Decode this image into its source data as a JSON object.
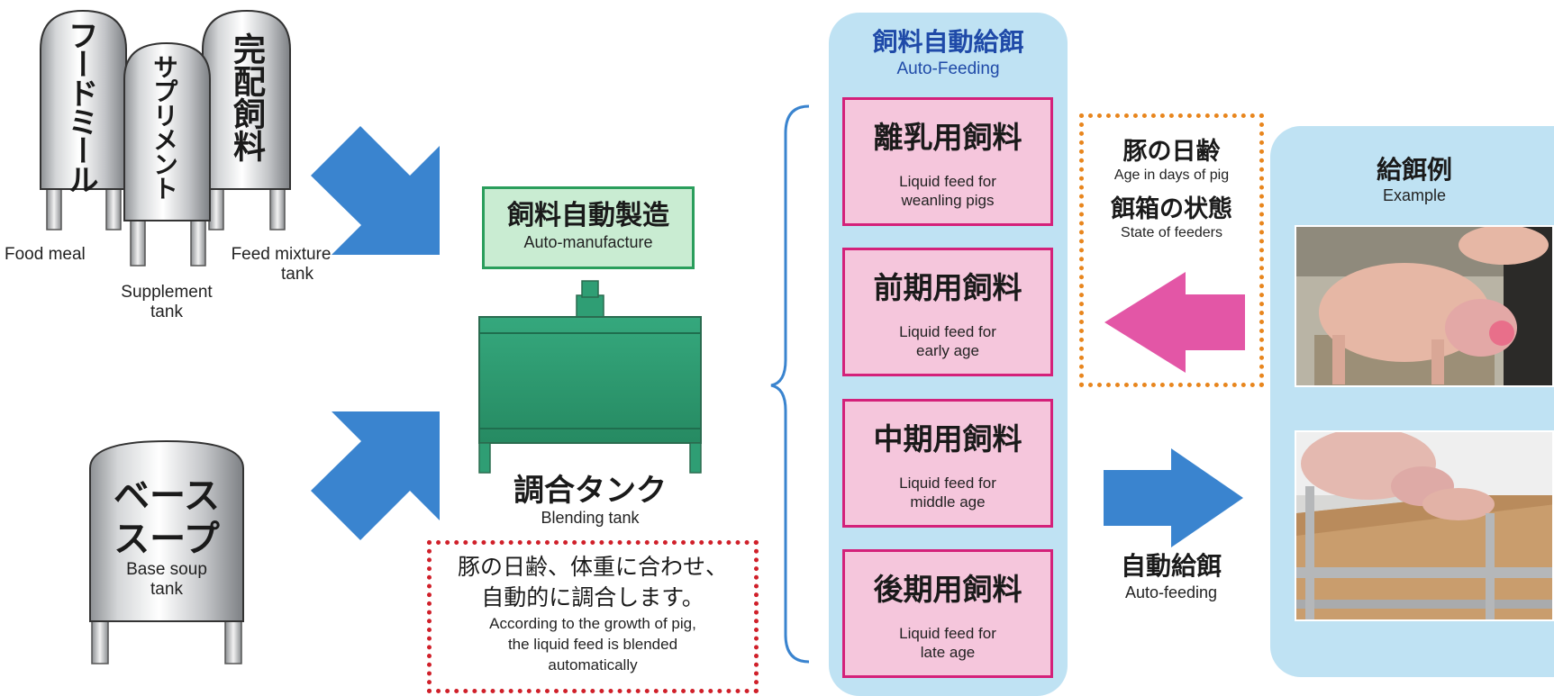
{
  "tanks": {
    "food_meal": {
      "label": "フードミール",
      "caption": "Food meal"
    },
    "supplement": {
      "label": "サプリメント",
      "caption_line1": "Supplement",
      "caption_line2": "tank"
    },
    "feed_mixture": {
      "label": "完配飼料",
      "caption_line1": "Feed mixture",
      "caption_line2": "tank"
    },
    "base_soup": {
      "label_line1": "ベース",
      "label_line2": "スープ",
      "caption_line1": "Base soup",
      "caption_line2": "tank"
    }
  },
  "manufacture": {
    "jp": "飼料自動製造",
    "en": "Auto-manufacture"
  },
  "blending_tank": {
    "jp": "調合タンク",
    "en": "Blending tank"
  },
  "blending_note": {
    "jp_line1": "豚の日齢、体重に合わせ、",
    "jp_line2": "自動的に調合します。",
    "en_line1": "According to the growth of pig,",
    "en_line2": "the liquid feed is blended",
    "en_line3": "automatically"
  },
  "auto_feeding_panel": {
    "title_jp": "飼料自動給餌",
    "title_en": "Auto-Feeding",
    "feeds": [
      {
        "jp": "離乳用飼料",
        "en_line1": "Liquid feed for",
        "en_line2": "weanling pigs"
      },
      {
        "jp": "前期用飼料",
        "en_line1": "Liquid feed for",
        "en_line2": "early age"
      },
      {
        "jp": "中期用飼料",
        "en_line1": "Liquid feed for",
        "en_line2": "middle age"
      },
      {
        "jp": "後期用飼料",
        "en_line1": "Liquid feed for",
        "en_line2": "late age"
      }
    ]
  },
  "conditions": {
    "age_jp": "豚の日齢",
    "age_en": "Age in days of pig",
    "feeder_jp": "餌箱の状態",
    "feeder_en": "State of feeders"
  },
  "auto_feed_arrow": {
    "jp": "自動給餌",
    "en": "Auto-feeding"
  },
  "example_panel": {
    "title_jp": "給餌例",
    "title_en": "Example"
  },
  "colors": {
    "arrow_blue": "#3a84cf",
    "arrow_pink": "#e356a6",
    "panel_blue": "#bfe2f3",
    "tank_green": "#2f9e74",
    "feed_pink": "#f5c6dc",
    "feed_border": "#d4217a",
    "note_border": "#d0202a",
    "condition_border": "#e8861e"
  },
  "icons": [
    "steel-tank-icon",
    "blending-tank-icon",
    "arrow-icon",
    "brace-icon"
  ]
}
